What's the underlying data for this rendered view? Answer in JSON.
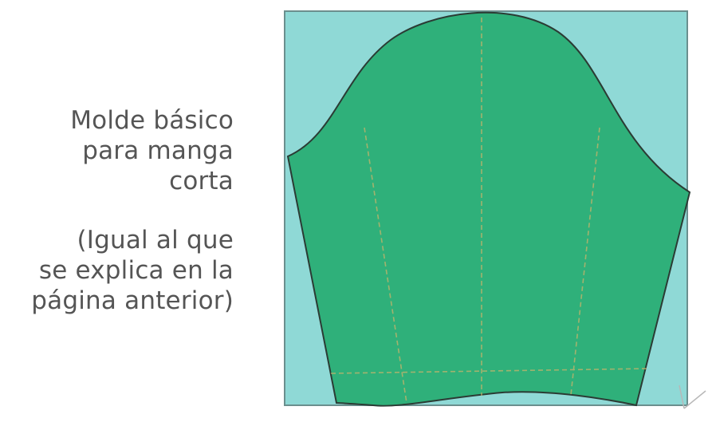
{
  "caption": {
    "title_lines": [
      "Molde básico",
      "para manga",
      "corta"
    ],
    "note_lines": [
      "(Igual al que",
      "se explica en la",
      "página anterior)"
    ]
  },
  "colors": {
    "background_square": "#8fd9d6",
    "sleeve_fill": "#2fb07a",
    "outline": "#2b3b34",
    "guide_lines": "#c9b36a",
    "caption_text": "#555555"
  }
}
